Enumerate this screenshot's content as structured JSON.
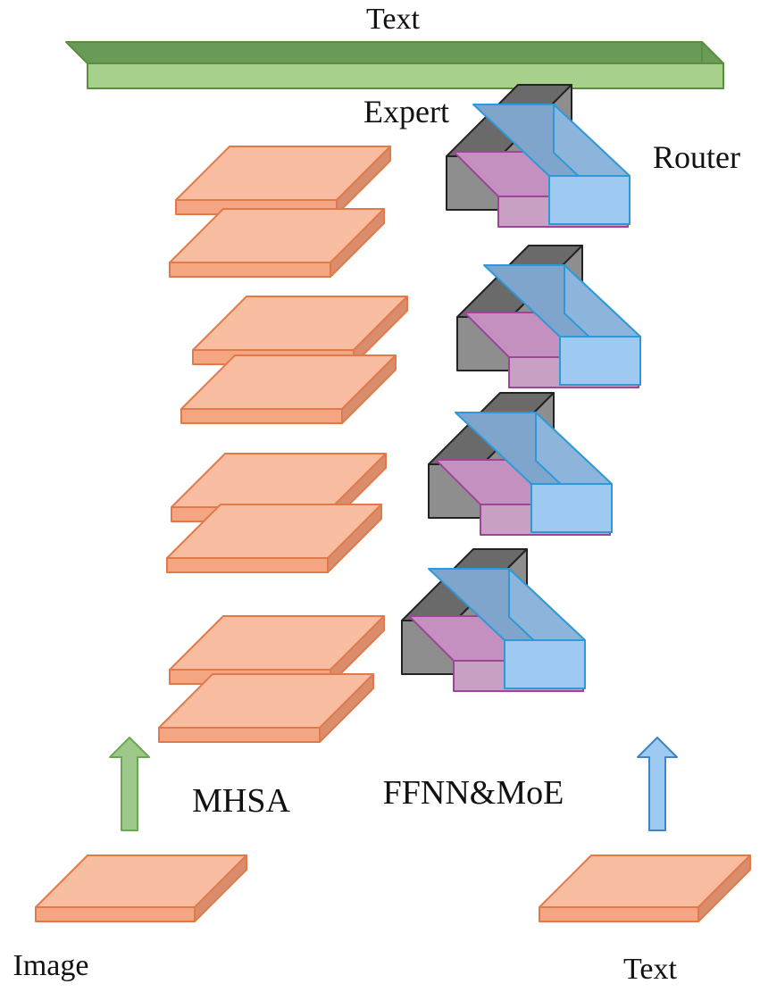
{
  "labels": {
    "top_text": "Text",
    "expert": "Expert",
    "router": "Router",
    "mhsa": "MHSA",
    "ffnn_moe": "FFNN&MoE",
    "image": "Image",
    "bottom_text": "Text"
  },
  "colors": {
    "top_bar_front": "#a8d08d",
    "top_bar_top": "#6a9a58",
    "top_bar_stroke": "#5a8f3e",
    "attn_front": "#f4a582",
    "attn_top": "#f8bda0",
    "attn_side": "#d98d6c",
    "attn_stroke": "#e07a4b",
    "expert_front": "#9ec9f0",
    "expert_top": "#7fa5cc",
    "expert_side": "#8db5dc",
    "expert_stroke": "#2f98d6",
    "router_front": "#c8a0c4",
    "router_top": "#c490c0",
    "router_stroke": "#a0449a",
    "gray_front": "#8e8e8e",
    "gray_top": "#6a6a6a",
    "gray_stroke": "#222222",
    "arrow_image": "#9dc88a",
    "arrow_image_stroke": "#6aa84f",
    "arrow_text": "#9ec9f0",
    "arrow_text_stroke": "#3d85c6"
  }
}
